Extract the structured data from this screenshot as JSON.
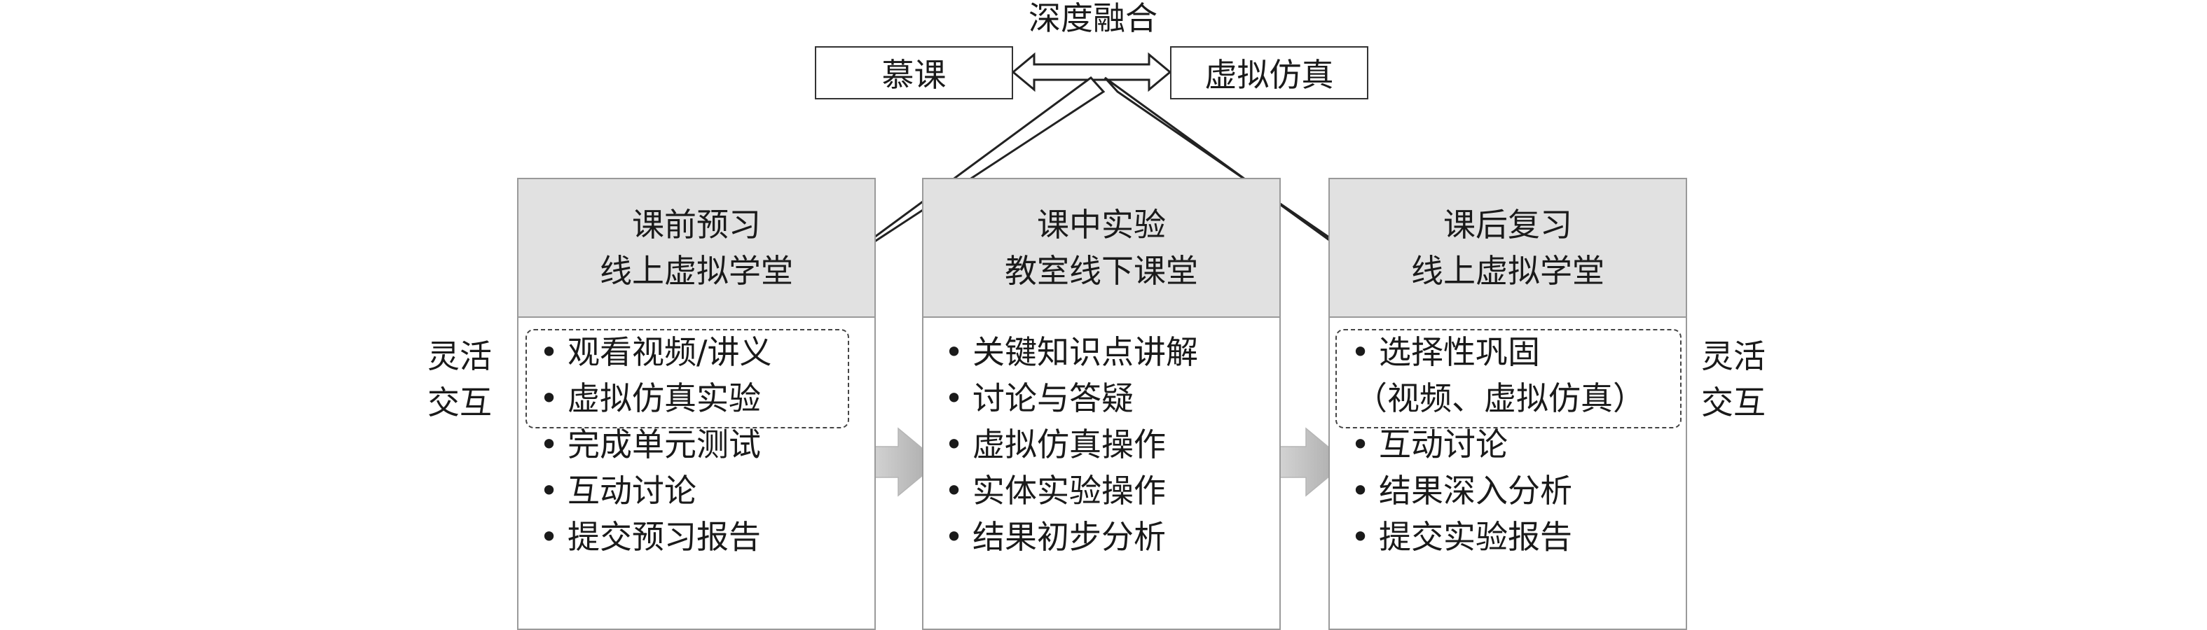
{
  "header": {
    "fusion_label": "深度融合",
    "left_box": "慕课",
    "right_box": "虚拟仿真"
  },
  "columns": [
    {
      "title_line1": "课前预习",
      "title_line2": "线上虚拟学堂",
      "items": [
        "观看视频/讲义",
        "虚拟仿真实验",
        "完成单元测试",
        "互动讨论",
        "提交预习报告"
      ]
    },
    {
      "title_line1": "课中实验",
      "title_line2": "教室线下课堂",
      "items": [
        "关键知识点讲解",
        "讨论与答疑",
        "虚拟仿真操作",
        "实体实验操作",
        "结果初步分析"
      ]
    },
    {
      "title_line1": "课后复习",
      "title_line2": "线上虚拟学堂",
      "items": [
        "选择性巩固",
        "（视频、虚拟仿真）",
        "互动讨论",
        "结果深入分析",
        "提交实验报告"
      ]
    }
  ],
  "side_labels": {
    "left_line1": "灵活",
    "left_line2": "交互",
    "right_line1": "灵活",
    "right_line2": "交互"
  },
  "bullet_char": "•"
}
